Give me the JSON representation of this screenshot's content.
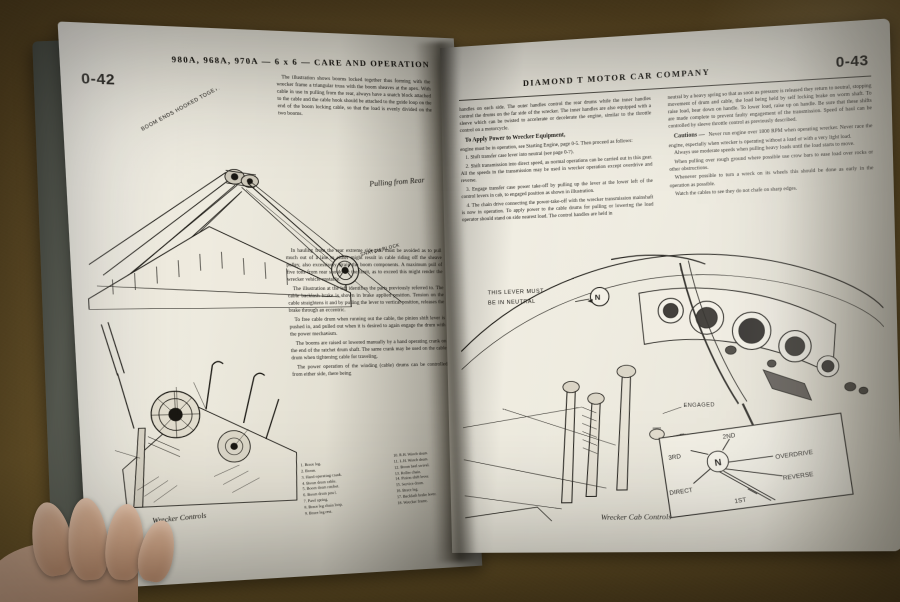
{
  "photo": {
    "subject": "Open vintage automotive service manual held in hand",
    "background_color": "#6b5526",
    "cover_color": "#5b5f55",
    "page_color": "#f0ece0"
  },
  "left_page": {
    "folio": "0-42",
    "running_head": "980A, 968A, 970A — 6 x 6 — CARE AND OPERATION",
    "body_top": [
      "The illustration shows booms locked together thus forming with the wrecker frame a triangular truss with the boom sheaves at the apex. With cable in use in pulling from the rear, always have a snatch block attached to the cable and the cable hook should be attached to the guide loop on the end of the boom locking cable, so that the load is evenly divided on the two booms."
    ],
    "body_mid": [
      "In hauling from the rear extreme side pull must be avoided as to pull much out of a line to either might result in cable riding off the sheave pulley, also excessively strain the boom components. A maximum pull of five tons from rear should be the limit, as to exceed this might render the wrecker vehicle unstable.",
      "The illustration at the left identifies the parts previously referred to. The cable backlash brake is shown in brake applied position. Tension on the cable straightens it and by pulling the lever to vertical position, releases the brake through an eccentric.",
      "To free cable drum when running out the cable, the pinion shift lever is pushed in, and pulled out when it is desired to again engage the drum with the power mechanism.",
      "The booms are raised or lowered manually by a hand operating crank on the end of the ratchet drum shaft. The same crank may be used on the cable drum when tightening cable for traveling.",
      "The power operation of the winding (cable) drums can be controlled from either side, there being"
    ],
    "illustration_labels": [
      "BOOM ENDS HOOKED TOGETHER",
      "SNATCH BLOCK",
      "CABLE HOOK"
    ],
    "figure_caption_top": "Pulling from Rear",
    "figure_caption_bottom": "Wrecker Controls",
    "key_list_left": [
      "1. Brace leg.",
      "2. Boom.",
      "3. Hand operating crank.",
      "4. Boom drum cable.",
      "5. Boom drum ratchet.",
      "6. Boom drum pawl.",
      "7. Pawl spring.",
      "8. Brace leg chain loop.",
      "9. Brace leg rest."
    ],
    "key_list_right": [
      "10. R.H. Winch drum.",
      "11. L.H. Winch drum.",
      "12. Boom heel swivel.",
      "13. Roller chain.",
      "14. Pinion shift lever.",
      "15. Service drum.",
      "16. Brace leg.",
      "17. Backlash brake lever.",
      "18. Wrecker frame."
    ]
  },
  "right_page": {
    "folio": "0-43",
    "running_head": "DIAMOND T MOTOR CAR COMPANY",
    "col1": [
      "handles on each side. The outer handles control the rear drums while the inner handles control the drums on the far side of the wrecker. The inner handles are also equipped with a sleeve which can be twisted to accelerate or decelerate the engine, similar to the throttle control on a motorcycle."
    ],
    "col1_heading": "To Apply Power to Wrecker Equipment,",
    "col1_after_heading": "engine must be in operation, see Starting Engine, page 0-5. Then proceed as follows:",
    "col1_steps": [
      "1. Shift transfer case lever into neutral (see page 0-7).",
      "2. Shift transmission into direct speed, as normal operations can be carried out in this gear. All the speeds in the transmission may be used in wrecker operation except overdrive and reverse.",
      "3. Engage transfer case power take-off by pulling up the lever at the lower left of the control levers in cab, to engaged position as shown in illustration.",
      "4. The chain drive connecting the power-take-off with the wrecker transmission mainshaft is now in operation. To apply power to the cable drums for pulling or lowering the load operator should stand on side nearest load. The control handles are held in"
    ],
    "col2": [
      "neutral by a heavy spring so that as soon as pressure is released they return to neutral, stopping movement of drum and cable, the load being held by self locking brake on worm shaft. To raise load, bear down on handle. To lower load, raise up on handle. Be sure that these shifts are made complete to prevent faulty engagement of the transmission. Speed of haul can be controlled by sleeve throttle control as previously described."
    ],
    "col2_caution_heading": "Cautions —",
    "col2_cautions": [
      "Never run engine over 1800 RPM when operating wrecker. Never race the engine, especially when wrecker is operating without a load or with a very light load.",
      "Always use moderate speeds when pulling heavy loads until the load starts to move.",
      "When pulling over rough ground where possible use crow bars to ease load over rocks or other obstructions.",
      "Whenever possible to turn a wreck on its wheels this should be done as early in the operation as possible.",
      "Watch the cables to see they do not chafe on sharp edges."
    ],
    "illustration_labels": [
      "THIS LEVER MUST BE IN NEUTRAL",
      "ENGAGED",
      "DISENGAGED"
    ],
    "neutral_marker": "N",
    "shift_pattern": {
      "center": "N",
      "positions": [
        "2ND",
        "3RD",
        "OVERDRIVE",
        "DIRECT",
        "REVERSE",
        "1ST"
      ]
    },
    "figure_caption": "Wrecker Cab Controls"
  }
}
